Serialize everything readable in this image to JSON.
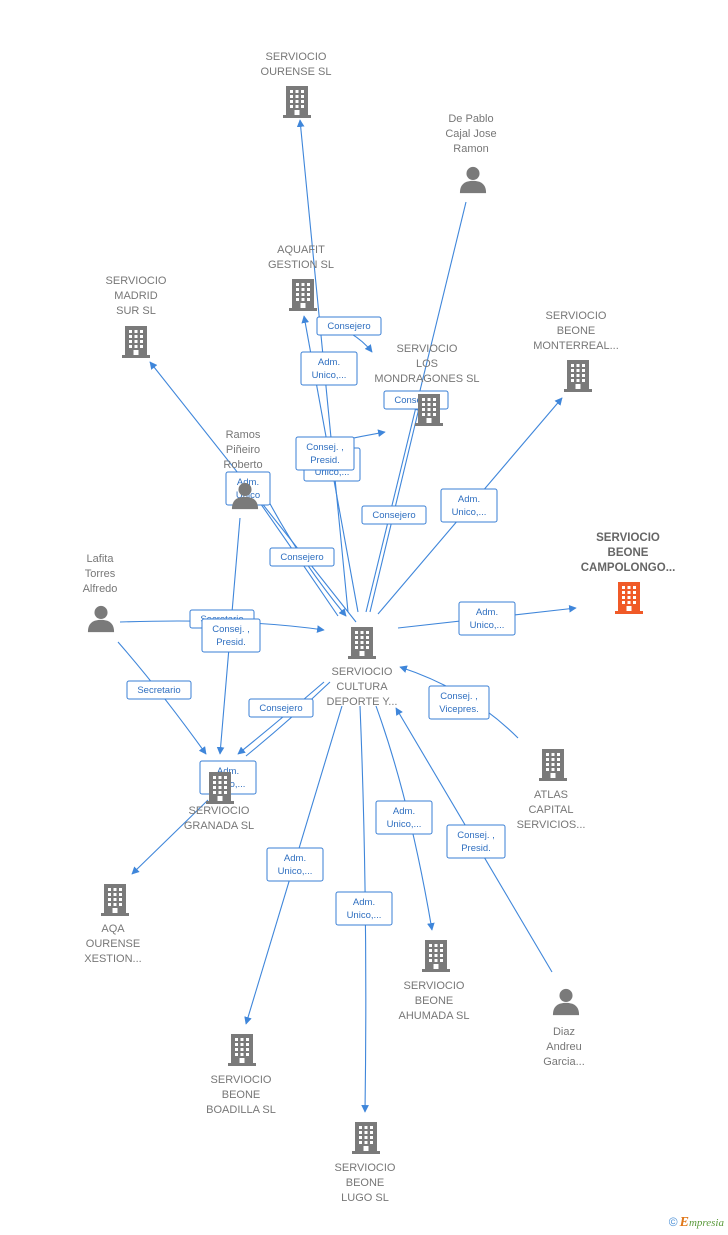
{
  "colors": {
    "edge": "#3f86da",
    "node": "#7a7a7a",
    "highlight": "#f05a28",
    "label": "#777777"
  },
  "nodes": [
    {
      "id": "center",
      "kind": "company",
      "lines": [
        "SERVIOCIO",
        "CULTURA",
        "DEPORTE Y..."
      ]
    },
    {
      "id": "ourense",
      "kind": "company",
      "lines": [
        "SERVIOCIO",
        "OURENSE SL"
      ]
    },
    {
      "id": "depablo",
      "kind": "person",
      "lines": [
        "De Pablo",
        "Cajal Jose",
        "Ramon"
      ]
    },
    {
      "id": "aquafit",
      "kind": "company",
      "lines": [
        "AQUAFIT",
        "GESTION SL"
      ]
    },
    {
      "id": "madrid",
      "kind": "company",
      "lines": [
        "SERVIOCIO",
        "MADRID",
        "SUR SL"
      ]
    },
    {
      "id": "mondragones",
      "kind": "company",
      "lines": [
        "SERVIOCIO",
        "LOS",
        "MONDRAGONES SL"
      ]
    },
    {
      "id": "monterreal",
      "kind": "company",
      "lines": [
        "SERVIOCIO",
        "BEONE",
        "MONTERREAL..."
      ]
    },
    {
      "id": "ramos",
      "kind": "person",
      "lines": [
        "Ramos",
        "Piñeiro",
        "Roberto"
      ]
    },
    {
      "id": "campolongo",
      "kind": "company",
      "highlight": true,
      "lines": [
        "SERVIOCIO",
        "BEONE",
        "CAMPOLONGO..."
      ]
    },
    {
      "id": "lafita",
      "kind": "person",
      "lines": [
        "Lafita",
        "Torres",
        "Alfredo"
      ]
    },
    {
      "id": "atlas",
      "kind": "company",
      "lines": [
        "ATLAS",
        "CAPITAL",
        "SERVICIOS..."
      ]
    },
    {
      "id": "granada",
      "kind": "company",
      "lines": [
        "SERVIOCIO",
        "GRANADA  SL"
      ]
    },
    {
      "id": "aqa",
      "kind": "company",
      "lines": [
        "AQA",
        "OURENSE",
        "XESTION..."
      ]
    },
    {
      "id": "ahumada",
      "kind": "company",
      "lines": [
        "SERVIOCIO",
        "BEONE",
        "AHUMADA  SL"
      ]
    },
    {
      "id": "diaz",
      "kind": "person",
      "lines": [
        "Diaz",
        "Andreu",
        "Garcia..."
      ]
    },
    {
      "id": "boadilla",
      "kind": "company",
      "lines": [
        "SERVIOCIO",
        "BEONE",
        "BOADILLA  SL"
      ]
    },
    {
      "id": "lugo",
      "kind": "company",
      "lines": [
        "SERVIOCIO",
        "BEONE",
        "LUGO  SL"
      ]
    }
  ],
  "relations": [
    {
      "lines": [
        "Consejero"
      ]
    },
    {
      "lines": [
        "Adm.",
        "Unico,..."
      ]
    },
    {
      "lines": [
        "Consejero"
      ]
    },
    {
      "lines": [
        "Adm.",
        "Unico,..."
      ]
    },
    {
      "lines": [
        "Consej. ,",
        "Presid."
      ]
    },
    {
      "lines": [
        "Adm.",
        "Unico"
      ]
    },
    {
      "lines": [
        "Consejero"
      ]
    },
    {
      "lines": [
        "Adm.",
        "Unico,..."
      ]
    },
    {
      "lines": [
        "Consejero"
      ]
    },
    {
      "lines": [
        "Adm.",
        "Unico,..."
      ]
    },
    {
      "lines": [
        "Secretario"
      ]
    },
    {
      "lines": [
        "Consej. ,",
        "Presid."
      ]
    },
    {
      "lines": [
        "Secretario"
      ]
    },
    {
      "lines": [
        "Consejero"
      ]
    },
    {
      "lines": [
        "Adm.",
        "Unico,..."
      ]
    },
    {
      "lines": [
        "Consej. ,",
        "Vicepres."
      ]
    },
    {
      "lines": [
        "Adm.",
        "Unico,..."
      ]
    },
    {
      "lines": [
        "Consej. ,",
        "Presid."
      ]
    },
    {
      "lines": [
        "Adm.",
        "Unico,..."
      ]
    },
    {
      "lines": [
        "Adm.",
        "Unico,..."
      ]
    },
    {
      "lines": [
        "Unico,..."
      ]
    }
  ],
  "brand": {
    "copyright": "©",
    "initial": "E",
    "rest": "mpresia"
  }
}
